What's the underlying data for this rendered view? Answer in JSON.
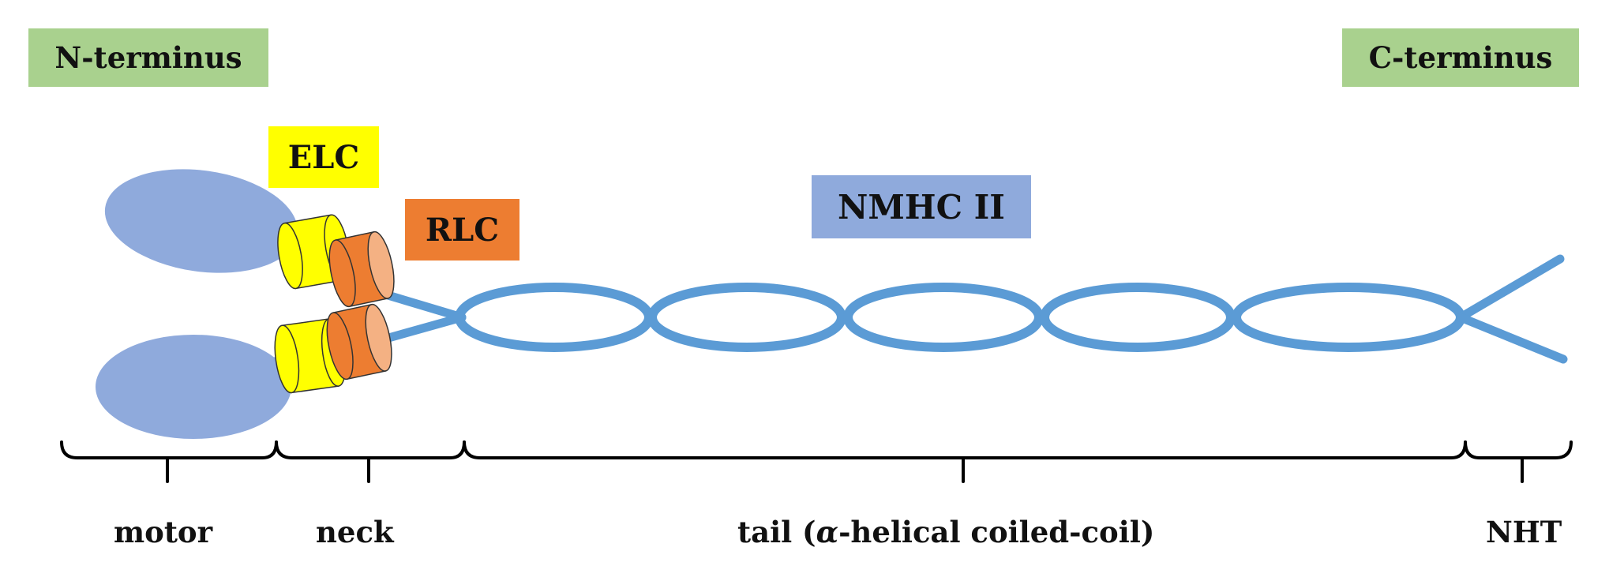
{
  "labels": {
    "n_terminus": "N-terminus",
    "c_terminus": "C-terminus",
    "elc": "ELC",
    "rlc": "RLC",
    "nmhc": "NMHC II"
  },
  "regions": {
    "motor": "motor",
    "neck": "neck",
    "tail_prefix": "tail (",
    "tail_alpha": "α",
    "tail_suffix": "-helical coiled-coil)",
    "nht": "NHT"
  },
  "colors": {
    "terminus_box": "#a9d18e",
    "elc_box": "#ffff00",
    "rlc_box": "#ed7d31",
    "nmhc_box": "#8faadc",
    "motor_head": "#8faadc",
    "elc_cylinder": "#ffff00",
    "rlc_cylinder": "#ed7d31",
    "rlc_cylinder_end": "#f4b183",
    "tail_coil": "#5b9bd5",
    "brackets": "#000000"
  }
}
